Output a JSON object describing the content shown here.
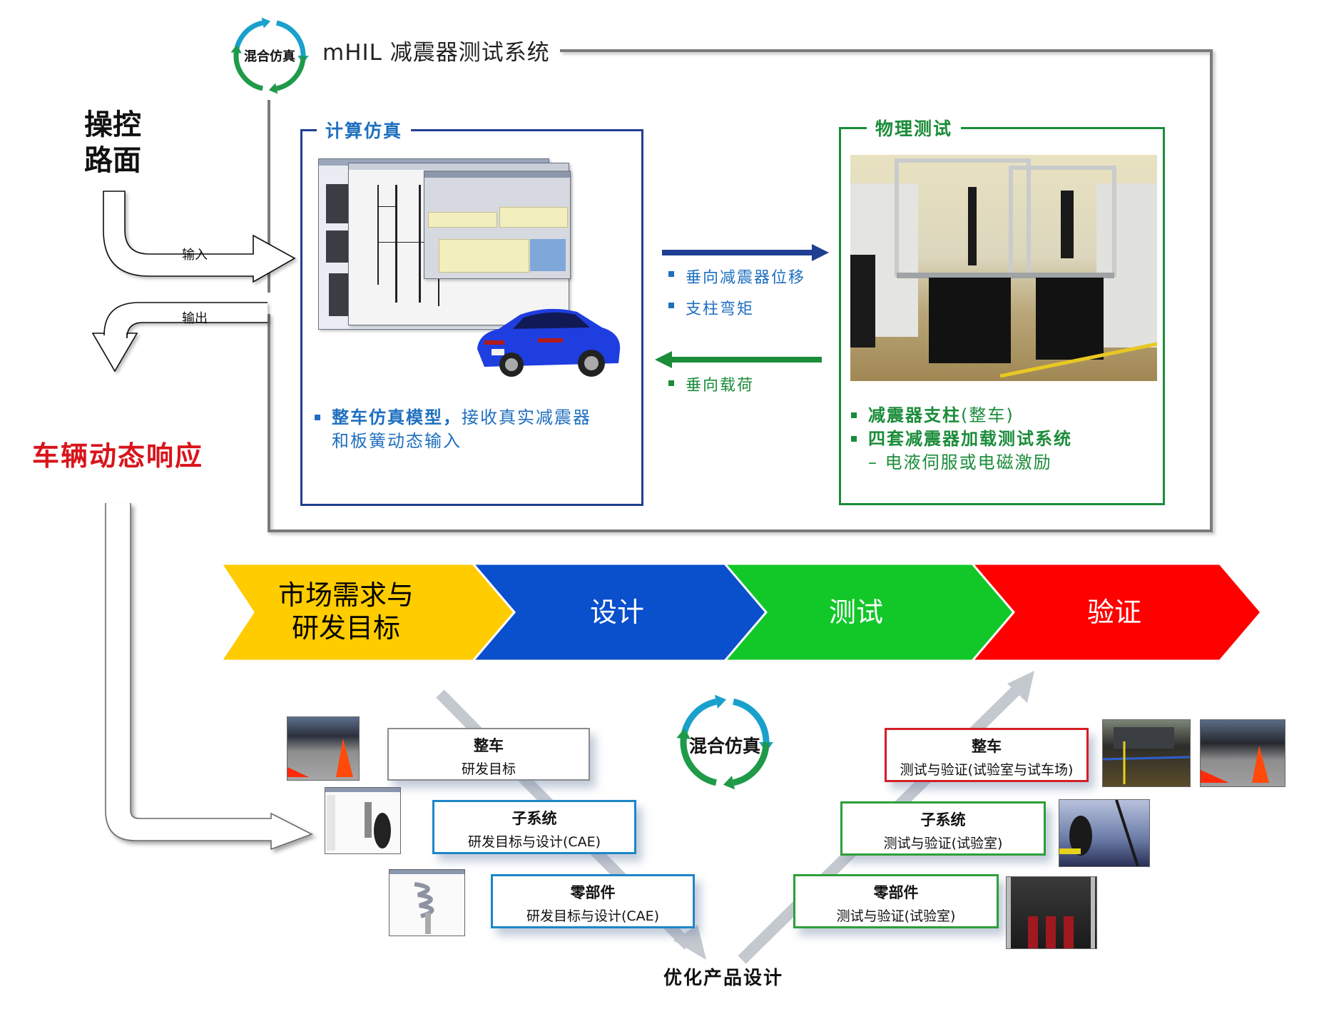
{
  "header": {
    "cycle_icon_label": "混合仿真",
    "title": "mHIL 减震器测试系统"
  },
  "left": {
    "drive_road_line1": "操控",
    "drive_road_line2": "路面",
    "input_label": "输入",
    "output_label": "输出",
    "vehicle_response": "车辆动态响应"
  },
  "sim_panel": {
    "title": "计算仿真",
    "bullet_bold": "整车仿真模型，",
    "bullet_rest": "接收真实减震器",
    "bullet_line2": "和板簧动态输入",
    "accent_color": "#1f3f93"
  },
  "exchange": {
    "to_physical": [
      "垂向减震器位移",
      "支柱弯矩"
    ],
    "to_sim": [
      "垂向载荷"
    ],
    "to_physical_color": "#1f3f93",
    "to_sim_color": "#1b8c3a"
  },
  "phys_panel": {
    "title": "物理测试",
    "bullets": [
      {
        "bold": "减震器支柱",
        "rest": "(整车)"
      },
      {
        "bold": "四套减震器加载测试系统",
        "rest": ""
      }
    ],
    "sub_bullet": "– 电液伺服或电磁激励",
    "accent_color": "#1b8c3a"
  },
  "process": {
    "stages": [
      {
        "label_line1": "市场需求与",
        "label_line2": "研发目标",
        "color": "#ffcc00",
        "text_color": "#111111"
      },
      {
        "label_line1": "设计",
        "label_line2": "",
        "color": "#0a4fcc",
        "text_color": "#ffffff"
      },
      {
        "label_line1": "测试",
        "label_line2": "",
        "color": "#12c829",
        "text_color": "#ffffff"
      },
      {
        "label_line1": "验证",
        "label_line2": "",
        "color": "#ff0000",
        "text_color": "#ffffff"
      }
    ]
  },
  "v_model": {
    "center_icon_label": "混合仿真",
    "left": [
      {
        "title": "整车",
        "subtitle": "研发目标"
      },
      {
        "title": "子系统",
        "subtitle": "研发目标与设计(CAE)"
      },
      {
        "title": "零部件",
        "subtitle": "研发目标与设计(CAE)"
      }
    ],
    "right": [
      {
        "title": "整车",
        "subtitle": "测试与验证(试验室与试车场)"
      },
      {
        "title": "子系统",
        "subtitle": "测试与验证(试验室)"
      },
      {
        "title": "零部件",
        "subtitle": "测试与验证(试验室)"
      }
    ],
    "bottom_label": "优化产品设计"
  }
}
